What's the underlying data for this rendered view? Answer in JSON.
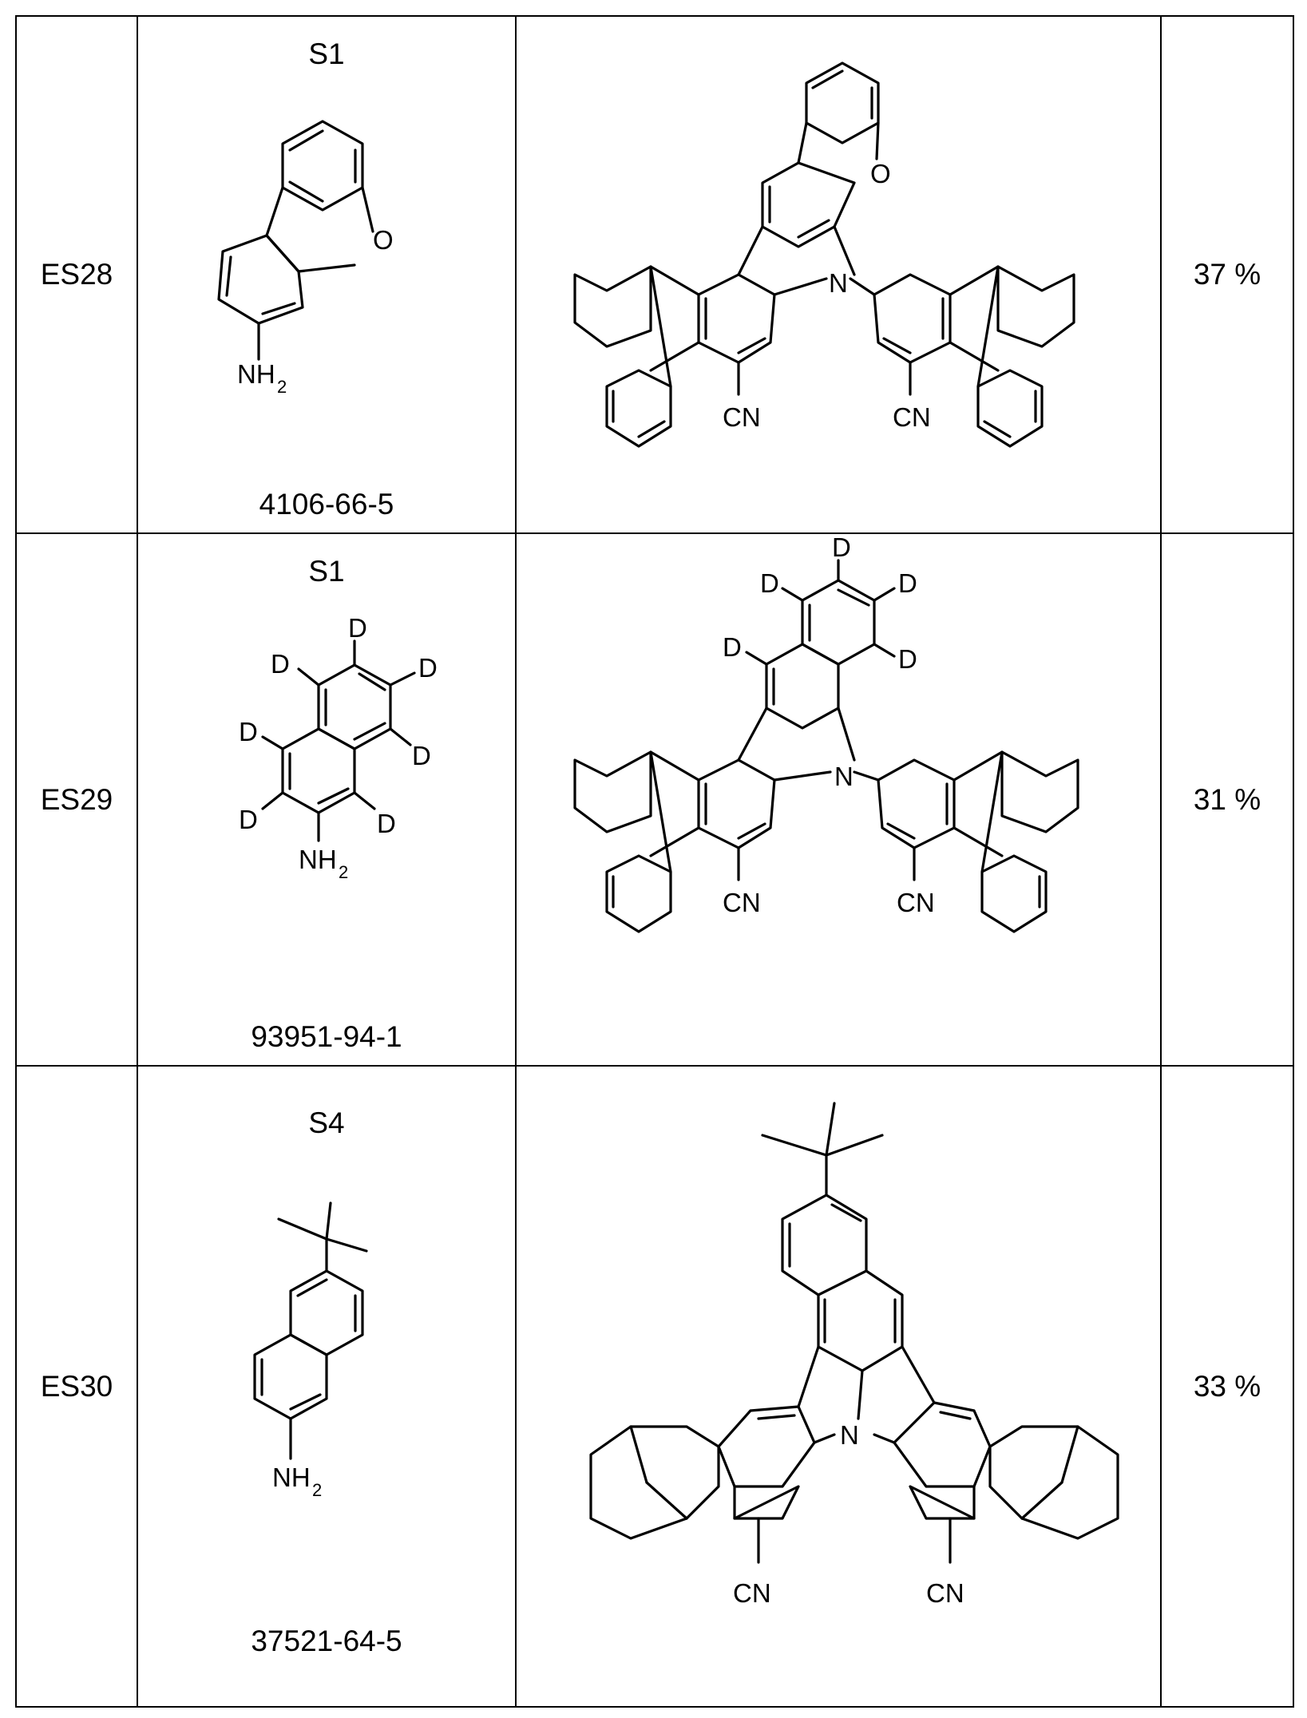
{
  "rows": [
    {
      "entry": "ES28",
      "scheme": "S1",
      "amine_label": "NH",
      "amine_sub": "2",
      "cas": "4106-66-5",
      "yield": "37 %",
      "atoms": {
        "o_start": "O",
        "n_product": "N",
        "o_product": "O",
        "cn_left": "CN",
        "cn_right": "CN"
      }
    },
    {
      "entry": "ES29",
      "scheme": "S1",
      "amine_label": "NH",
      "amine_sub": "2",
      "cas": "93951-94-1",
      "yield": "31 %",
      "atoms": {
        "d": "D",
        "n_product": "N",
        "cn_left": "CN",
        "cn_right": "CN"
      }
    },
    {
      "entry": "ES30",
      "scheme": "S4",
      "amine_label": "NH",
      "amine_sub": "2",
      "cas": "37521-64-5",
      "yield": "33 %",
      "atoms": {
        "n_product": "N",
        "cn_left": "CN",
        "cn_right": "CN"
      }
    }
  ]
}
